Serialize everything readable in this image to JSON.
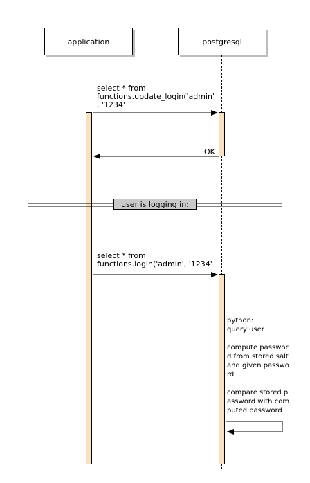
{
  "participants": {
    "application": "application",
    "postgresql": "postgresql"
  },
  "messages": {
    "m1": "select * from\nfunctions.update_login('admin'\n, '1234'",
    "m2": "OK",
    "m3": "select * from\nfunctions.login('admin', '1234'"
  },
  "divider": "user is logging in:",
  "note": "python:\nquery user\n\ncompute passwor\nd from stored salt\nand given passwo\nrd\n\ncompare stored p\nassword with com\nputed password"
}
